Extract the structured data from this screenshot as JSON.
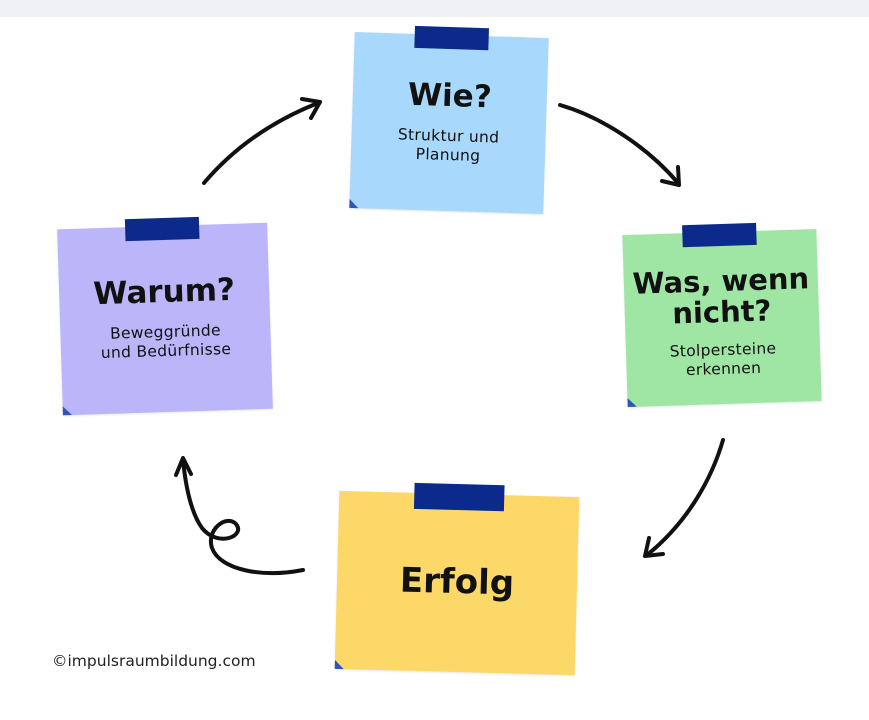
{
  "notes": {
    "wie": {
      "title": "Wie?",
      "sub_line1": "Struktur und",
      "sub_line2": "Planung",
      "color": "#a8d8fc"
    },
    "was_wenn": {
      "title_line1": "Was, wenn",
      "title_line2": "nicht?",
      "sub_line1": "Stolpersteine",
      "sub_line2": "erkennen",
      "color": "#9fe6a4"
    },
    "erfolg": {
      "title": "Erfolg",
      "color": "#fcd869"
    },
    "warum": {
      "title": "Warum?",
      "sub_line1": "Beweggründe",
      "sub_line2": "und Bedürfnisse",
      "color": "#bbb5fa"
    }
  },
  "tape_color": "#0c2a8c",
  "copyright": "©impulsraumbildung.com"
}
